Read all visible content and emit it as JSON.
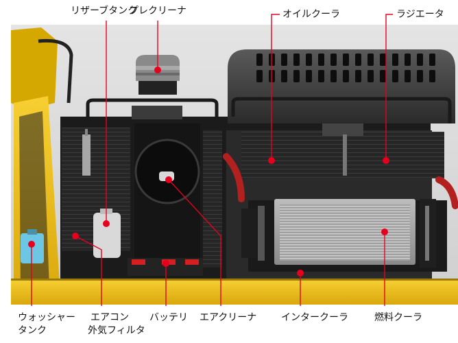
{
  "colors": {
    "background": "#ffffff",
    "photo_bg": "#d9d9d9",
    "machine_yellow": "#f3c21a",
    "leader_line": "#e6001e",
    "marker": "#e6001e",
    "label_text": "#111111"
  },
  "labels": {
    "reservoir_tank": "リザーブタンク",
    "pre_cleaner": "プレクリーナ",
    "oil_cooler": "オイルクーラ",
    "radiator": "ラジエータ",
    "washer_tank_line1": "ウォッシャー",
    "washer_tank_line2": "タンク",
    "aircon_filter_line1": "エアコン",
    "aircon_filter_line2": "外気フィルタ",
    "battery": "バッテリ",
    "air_cleaner": "エアクリーナ",
    "intercooler": "インタークーラ",
    "fuel_cooler": "燃料クーラ"
  }
}
